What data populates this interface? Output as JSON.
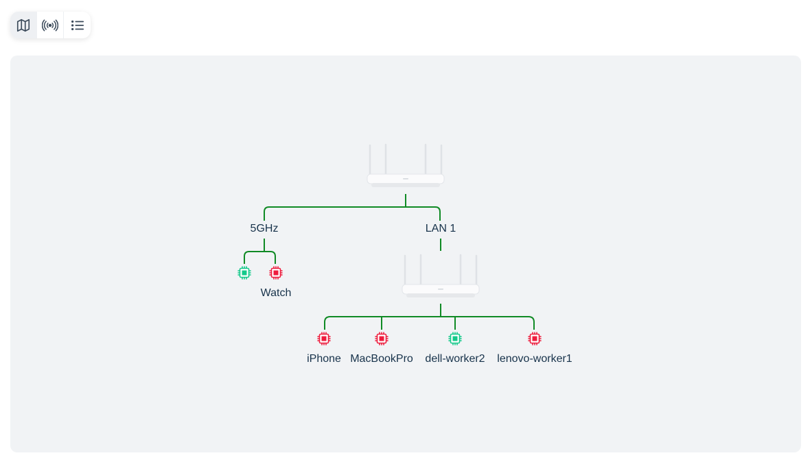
{
  "toolbar": {
    "items": [
      {
        "icon": "map-icon",
        "active": true
      },
      {
        "icon": "broadcast-icon",
        "active": false
      },
      {
        "icon": "list-icon",
        "active": false
      }
    ]
  },
  "topology": {
    "link_color": "#0f8a24",
    "online_color": "#13c98a",
    "offline_color": "#ee1c3d",
    "branches": {
      "wifi": {
        "label": "5GHz"
      },
      "lan": {
        "label": "LAN 1"
      }
    },
    "wifi_devices": [
      {
        "name": "",
        "status": "online"
      },
      {
        "name": "Watch",
        "status": "offline"
      }
    ],
    "lan_devices": [
      {
        "name": "iPhone",
        "status": "offline"
      },
      {
        "name": "MacBookPro",
        "status": "offline"
      },
      {
        "name": "dell-worker2",
        "status": "online"
      },
      {
        "name": "lenovo-worker1",
        "status": "offline"
      }
    ]
  }
}
